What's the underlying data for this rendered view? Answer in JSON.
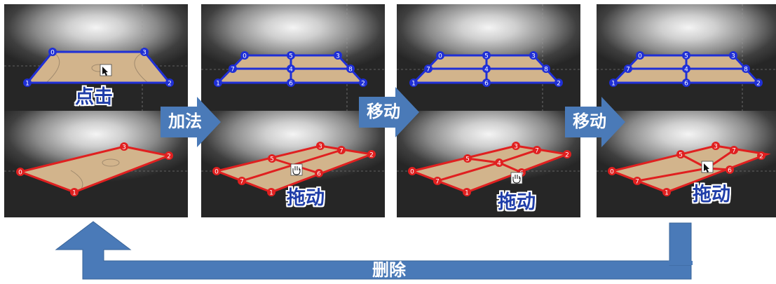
{
  "colors": {
    "blue_quad": "#1f2fd6",
    "red_quad": "#e02020",
    "arrow_fill": "#4a7ab8",
    "court": "#d2b48c",
    "label_text": "#1f3da8"
  },
  "cursor_icons": [
    "click-pointer-icon",
    "grab-hand-icon"
  ],
  "panels": {
    "p1": {
      "top_points": [
        "0",
        "3",
        "1",
        "2"
      ],
      "bottom_points": [
        "3",
        "2",
        "0",
        "1"
      ],
      "label": "点击"
    },
    "p2": {
      "top_points": [
        "0",
        "5",
        "3",
        "7",
        "4",
        "8",
        "1",
        "6",
        "2"
      ],
      "bottom_points": [
        "5",
        "3",
        "7",
        "2",
        "0",
        "6",
        "7",
        "1"
      ],
      "label": "拖动"
    },
    "p3": {
      "top_points": [
        "0",
        "5",
        "3",
        "7",
        "4",
        "8",
        "1",
        "6",
        "2"
      ],
      "bottom_points": [
        "5",
        "3",
        "7",
        "2",
        "0",
        "4",
        "6",
        "7",
        "1"
      ],
      "label": "拖动"
    },
    "p4": {
      "top_points": [
        "0",
        "5",
        "3",
        "7",
        "4",
        "8",
        "1",
        "6",
        "2"
      ],
      "bottom_points": [
        "5",
        "3",
        "7",
        "2",
        "0",
        "6",
        "7",
        "1"
      ],
      "label": "拖动"
    }
  },
  "arrows": {
    "a1": "加法",
    "a2": "移动",
    "a3": "移动"
  },
  "loop_arrow": {
    "label": "删除"
  }
}
